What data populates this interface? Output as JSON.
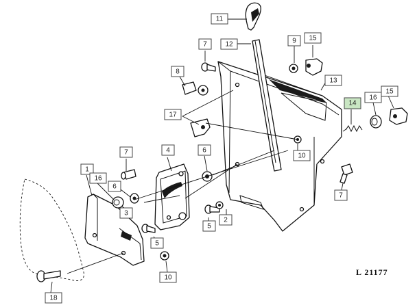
{
  "reference": "L 21177",
  "callouts": [
    {
      "id": "c11",
      "label": "11"
    },
    {
      "id": "c12",
      "label": "12"
    },
    {
      "id": "c7a",
      "label": "7"
    },
    {
      "id": "c9",
      "label": "9"
    },
    {
      "id": "c15a",
      "label": "15"
    },
    {
      "id": "c8",
      "label": "8"
    },
    {
      "id": "c13",
      "label": "13"
    },
    {
      "id": "c14",
      "label": "14",
      "highlight": true
    },
    {
      "id": "c16a",
      "label": "16"
    },
    {
      "id": "c15b",
      "label": "15"
    },
    {
      "id": "c17",
      "label": "17"
    },
    {
      "id": "c7b",
      "label": "7"
    },
    {
      "id": "c4",
      "label": "4"
    },
    {
      "id": "c6a",
      "label": "6"
    },
    {
      "id": "c10a",
      "label": "10"
    },
    {
      "id": "c1",
      "label": "1"
    },
    {
      "id": "c16b",
      "label": "16"
    },
    {
      "id": "c6b",
      "label": "6"
    },
    {
      "id": "c3",
      "label": "3"
    },
    {
      "id": "c5a",
      "label": "5"
    },
    {
      "id": "c2",
      "label": "2"
    },
    {
      "id": "c7c",
      "label": "7"
    },
    {
      "id": "c5b",
      "label": "5"
    },
    {
      "id": "c10b",
      "label": "10"
    },
    {
      "id": "c18",
      "label": "18"
    }
  ],
  "colors": {
    "highlight": "#c9e6c3",
    "line": "#111111",
    "box_border": "#444444"
  }
}
